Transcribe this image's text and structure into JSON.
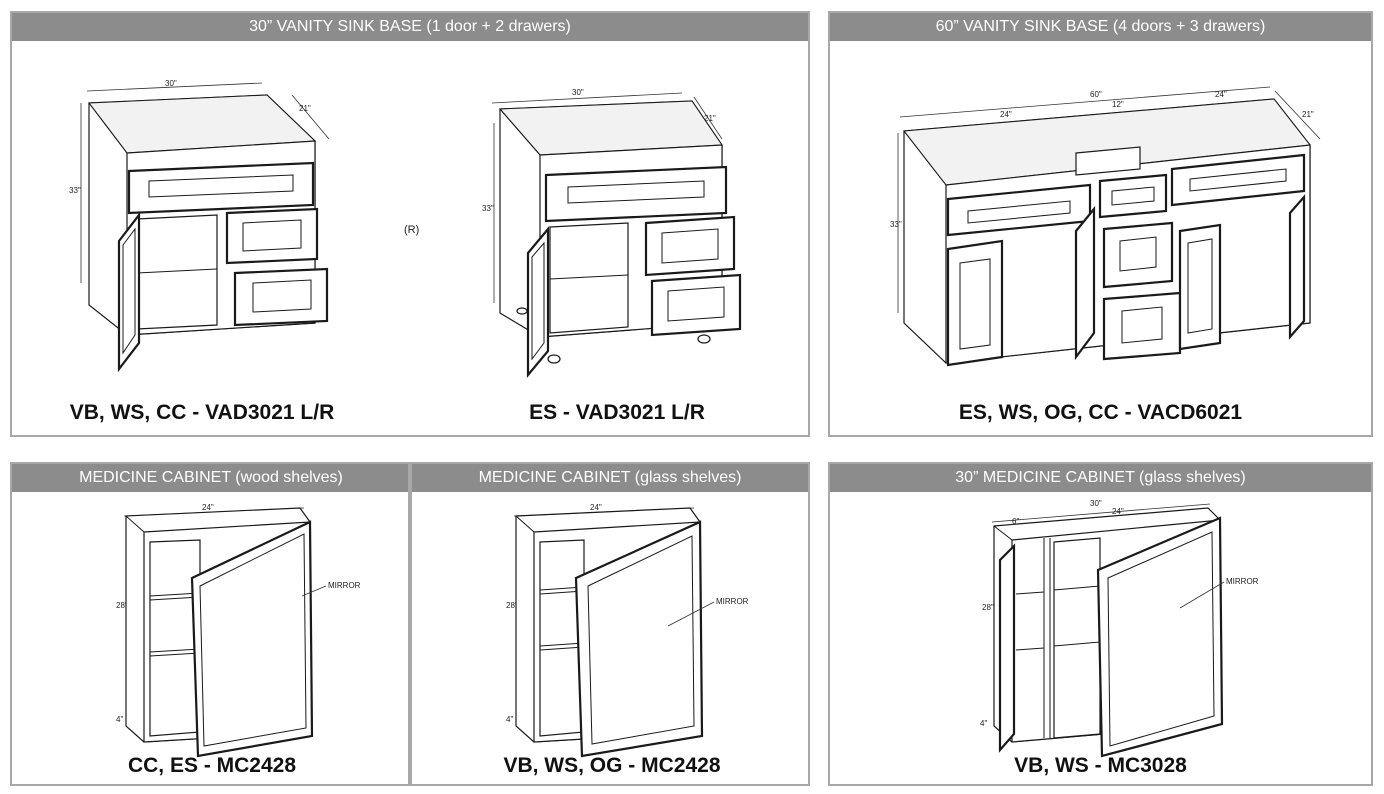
{
  "vanity30": {
    "title": "30” VANITY SINK BASE (1 door + 2 drawers)",
    "left_caption": "VB, WS, CC - VAD3021 L/R",
    "right_caption": "ES - VAD3021 L/R",
    "note": "(R)",
    "dims": {
      "width": "30\"",
      "depth": "21\"",
      "height": "33\""
    }
  },
  "vanity60": {
    "title": "60” VANITY SINK BASE (4 doors + 3 drawers)",
    "caption": "ES, WS, OG, CC - VACD6021",
    "dims": {
      "width": "60\"",
      "left": "24\"",
      "middle": "12\"",
      "right": "24\"",
      "depth": "21\"",
      "height": "33\""
    }
  },
  "med_wood": {
    "title": "MEDICINE CABINET (wood shelves)",
    "caption": "CC, ES - MC2428",
    "dims": {
      "width": "24\"",
      "height": "28\"",
      "depth": "4\""
    }
  },
  "med_glass": {
    "title": "MEDICINE CABINET (glass shelves)",
    "caption": "VB, WS, OG - MC2428",
    "mirror": "MIRROR",
    "dims": {
      "width": "24\"",
      "height": "28\"",
      "depth": "4\""
    }
  },
  "med30": {
    "title": "30” MEDICINE CABINET (glass shelves)",
    "caption": "VB, WS - MC3028",
    "mirror": "MIRROR",
    "dims": {
      "width": "30\"",
      "left": "6\"",
      "right": "24\"",
      "height": "28\"",
      "depth": "4\""
    }
  },
  "mirror_label": "MIRROR"
}
